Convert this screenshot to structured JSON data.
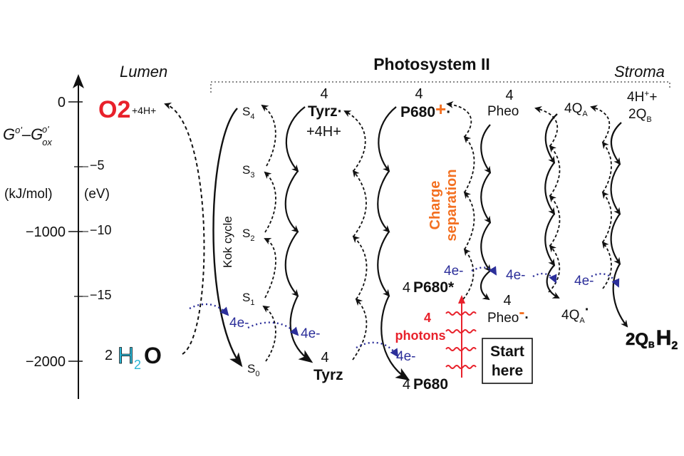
{
  "title": "Photosystem II",
  "regions": {
    "lumen": "Lumen",
    "stroma": "Stroma"
  },
  "axis": {
    "ylabel_energy": "G",
    "ylabel_sup1": "o'",
    "ylabel_minus": "–G",
    "ylabel_sub": "ox",
    "ylabel_sup2": "o'",
    "unit_kj": "(kJ/mol)",
    "unit_ev": "(eV)",
    "kj_ticks": [
      "0",
      "−1000",
      "−2000"
    ],
    "ev_ticks": [
      "−5",
      "−10",
      "−15"
    ]
  },
  "species": {
    "o2": "O2",
    "o2_suffix": "+4H+",
    "h2o_coef": "2",
    "h2o_h": "H",
    "h2o_sub": "2",
    "h2o_o": "O",
    "s_states": [
      "S4",
      "S3",
      "S2",
      "S1",
      "S0"
    ],
    "kok_cycle": "Kok cycle",
    "tyrz_top_coef": "4",
    "tyrz_top": "Tyrz·",
    "tyrz_protons": "+4H+",
    "tyrz_bottom_coef": "4",
    "tyrz_bottom": "Tyrz",
    "p680_top_coef": "4",
    "p680_top": "P680",
    "p680_plus": "+",
    "p680_dot": "·",
    "p680_star_coef": "4",
    "p680_star": "P680*",
    "p680_bottom_coef": "4",
    "p680_bottom": "P680",
    "pheo_top_coef": "4",
    "pheo_top": "Pheo",
    "pheo_bottom_coef": "4",
    "pheo_bottom": "Pheo",
    "pheo_minus": "-",
    "pheo_dot": "·",
    "qa_top": "4QA",
    "qa_bottom": "4QA",
    "qa_dot": "·",
    "qb_top_line1": "4H++",
    "qb_top_line2": "2QB",
    "qb_bottom": "2QBH2"
  },
  "annotations": {
    "charge_separation_1": "Charge",
    "charge_separation_2": "separation",
    "photons_1": "4",
    "photons_2": "photons",
    "start_1": "Start",
    "start_2": "here",
    "electrons": "4e-"
  },
  "colors": {
    "o2_red": "#e8212b",
    "water_cyan": "#29b6d5",
    "electron_blue": "#2c2f9a",
    "charge_orange": "#f37021",
    "photon_red": "#e8212b"
  }
}
